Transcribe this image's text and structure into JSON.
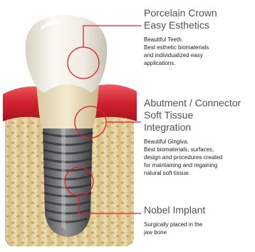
{
  "labels": {
    "crown": {
      "title_1": "Porcelain Crown",
      "title_2": "Easy Esthetics",
      "desc_1": "Beautiful Teeth.",
      "desc_2": "Best esthetic biomaterials",
      "desc_3": "and individualized easy",
      "desc_4": "applications."
    },
    "abutment": {
      "title_1": "Abutment / Connector",
      "title_2": "Soft Tissue",
      "title_3": "Integration",
      "desc_1": "Beautiful Gingiva.",
      "desc_2": "Best biomaterials, surfaces,",
      "desc_3": "design and procedures created",
      "desc_4": "for maintaining and regaining",
      "desc_5": "natural soft tissue."
    },
    "implant": {
      "title_1": "Nobel Implant",
      "desc_1": "Surgically placed in the",
      "desc_2": "jaw bone"
    }
  },
  "colors": {
    "accent_line": "#e0202a",
    "gum": "#d42a35",
    "bone": "#e3cf9a",
    "crown": "#f6f3ec",
    "implant": "#6e6e70"
  }
}
